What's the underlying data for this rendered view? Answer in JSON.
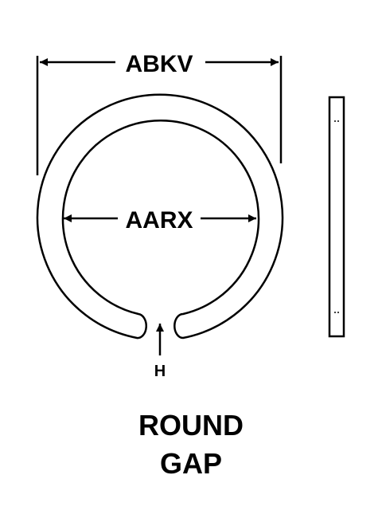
{
  "labels": {
    "outer_diameter": "ABKV",
    "inner_diameter": "AARX",
    "gap": "H"
  },
  "title": {
    "line1": "ROUND",
    "line2": "GAP"
  },
  "colors": {
    "stroke": "#000000",
    "background": "#ffffff"
  }
}
